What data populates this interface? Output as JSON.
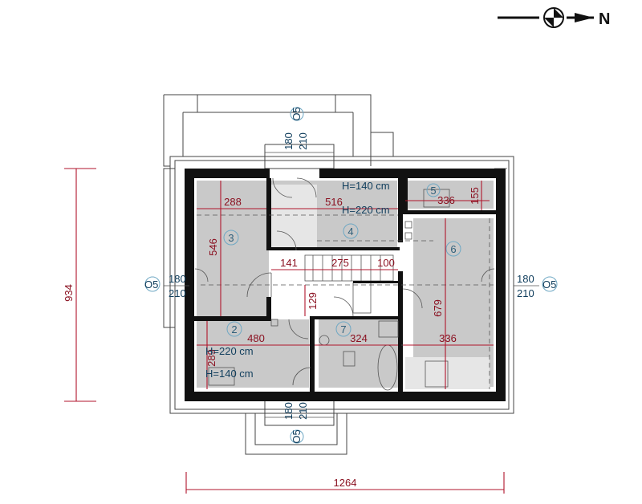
{
  "north_arrow": {
    "label": "N"
  },
  "dimensions": {
    "overall_width": "1264",
    "overall_depth": "934",
    "room3_width": "288",
    "room3_depth": "546",
    "room4_width": "516",
    "room5_width": "336",
    "room5_depth": "155",
    "room6_depth": "679",
    "room6_width": "336",
    "room2_width": "480",
    "room2_depth": "289",
    "room7_width": "324",
    "hall_a": "141",
    "hall_b": "275",
    "hall_c": "100",
    "hall_d": "129"
  },
  "heights": {
    "room4_low": "H=140 cm",
    "room4_high": "H=220 cm",
    "room2_high": "H=220 cm",
    "room2_low": "H=140 cm"
  },
  "windows": {
    "top": {
      "code": "O5",
      "w": "180",
      "h": "210"
    },
    "left": {
      "code": "O5",
      "w": "180",
      "h": "210"
    },
    "right": {
      "code": "O5",
      "w": "180",
      "h": "210"
    },
    "bottom": {
      "code": "O5",
      "w": "180",
      "h": "210"
    }
  },
  "rooms": {
    "r2": "2",
    "r3": "3",
    "r4": "4",
    "r5": "5",
    "r6": "6",
    "r7": "7"
  }
}
